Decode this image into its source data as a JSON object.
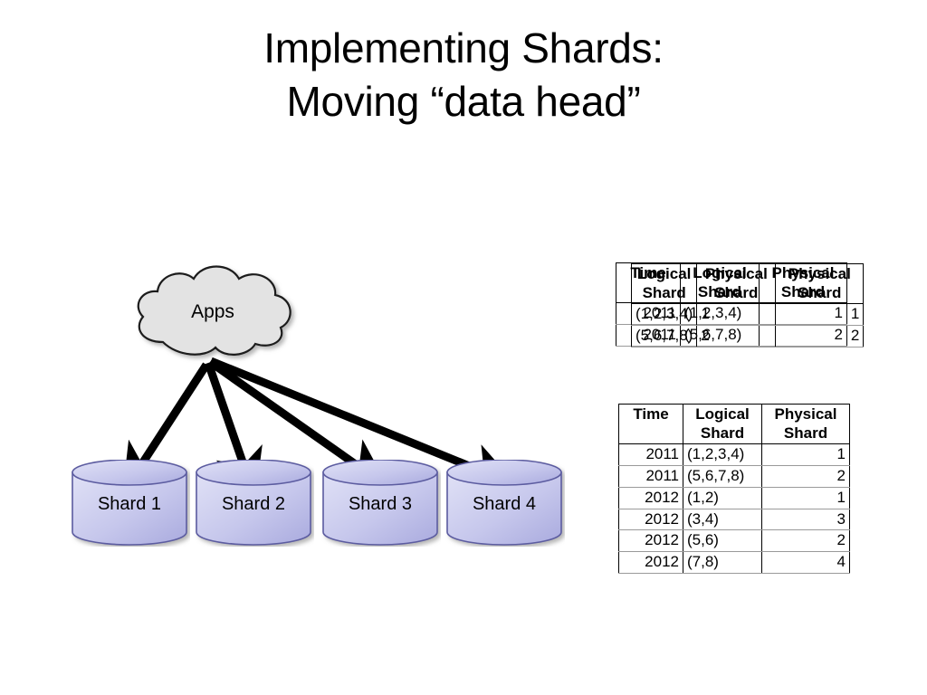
{
  "slide": {
    "title_line1": "Implementing Shards:",
    "title_line2": "Moving “data head”"
  },
  "diagram": {
    "cloud_label": "Apps",
    "shards": [
      {
        "label": "Shard 1"
      },
      {
        "label": "Shard 2"
      },
      {
        "label": "Shard 3"
      },
      {
        "label": "Shard 4"
      }
    ],
    "arrow_color": "#000000",
    "cylinder_fill_top": "#d7d8f2",
    "cylinder_fill_bottom": "#a9aade",
    "cylinder_stroke": "#5b5ba0",
    "cloud_fill": "#e3e3e3",
    "cloud_stroke": "#1a1a1a"
  },
  "table_top_back": {
    "headers": {
      "time": "Time",
      "logical_1": "Logical",
      "logical_2": "Shard",
      "physical_1": "Physical",
      "physical_2": "Shard"
    },
    "rows": [
      {
        "time": "2011",
        "logical": "(1,2,3,4)",
        "physical": "1"
      },
      {
        "time": "2011",
        "logical": "(5,6,7,8)",
        "physical": "2"
      }
    ]
  },
  "table_top_front": {
    "headers": {
      "time": "Logical",
      "time_2": "Shard",
      "logical_1": "Physical",
      "logical_2": "Shard",
      "physical_1": "Physical",
      "physical_2": "Shard"
    },
    "rows": [
      {
        "time": "(1,2,3,4)",
        "logical": "1",
        "physical": "1"
      },
      {
        "time": "(5,6,7,8)",
        "logical": "2",
        "physical": "2"
      }
    ]
  },
  "table_bottom": {
    "headers": {
      "time": "Time",
      "logical_1": "Logical",
      "logical_2": "Shard",
      "physical_1": "Physical",
      "physical_2": "Shard"
    },
    "rows": [
      {
        "time": "2011",
        "logical": "(1,2,3,4)",
        "physical": "1"
      },
      {
        "time": "2011",
        "logical": "(5,6,7,8)",
        "physical": "2"
      },
      {
        "time": "2012",
        "logical": "(1,2)",
        "physical": "1"
      },
      {
        "time": "2012",
        "logical": "(3,4)",
        "physical": "3"
      },
      {
        "time": "2012",
        "logical": "(5,6)",
        "physical": "2"
      },
      {
        "time": "2012",
        "logical": "(7,8)",
        "physical": "4"
      }
    ]
  }
}
